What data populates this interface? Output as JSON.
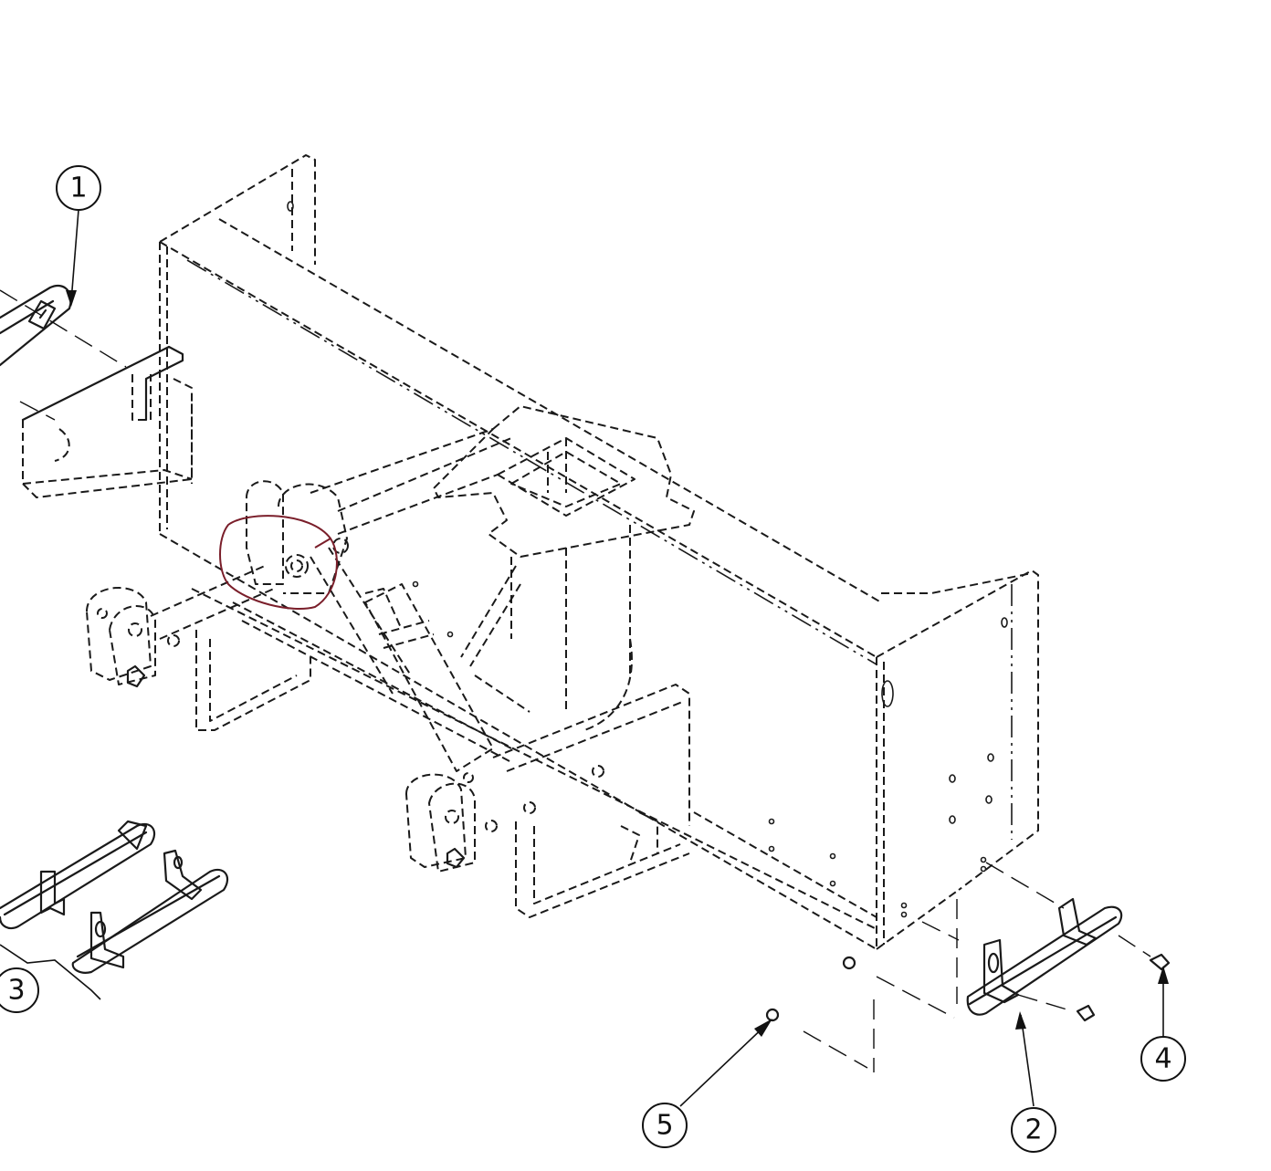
{
  "callouts": [
    {
      "id": "callout-1",
      "label": "1"
    },
    {
      "id": "callout-2",
      "label": "2"
    },
    {
      "id": "callout-3",
      "label": "3"
    },
    {
      "id": "callout-4",
      "label": "4"
    },
    {
      "id": "callout-5",
      "label": "5"
    }
  ],
  "colors": {
    "line": "#1a1a1a",
    "markup_circle": "#7a1e2a",
    "background": "#ffffff"
  }
}
